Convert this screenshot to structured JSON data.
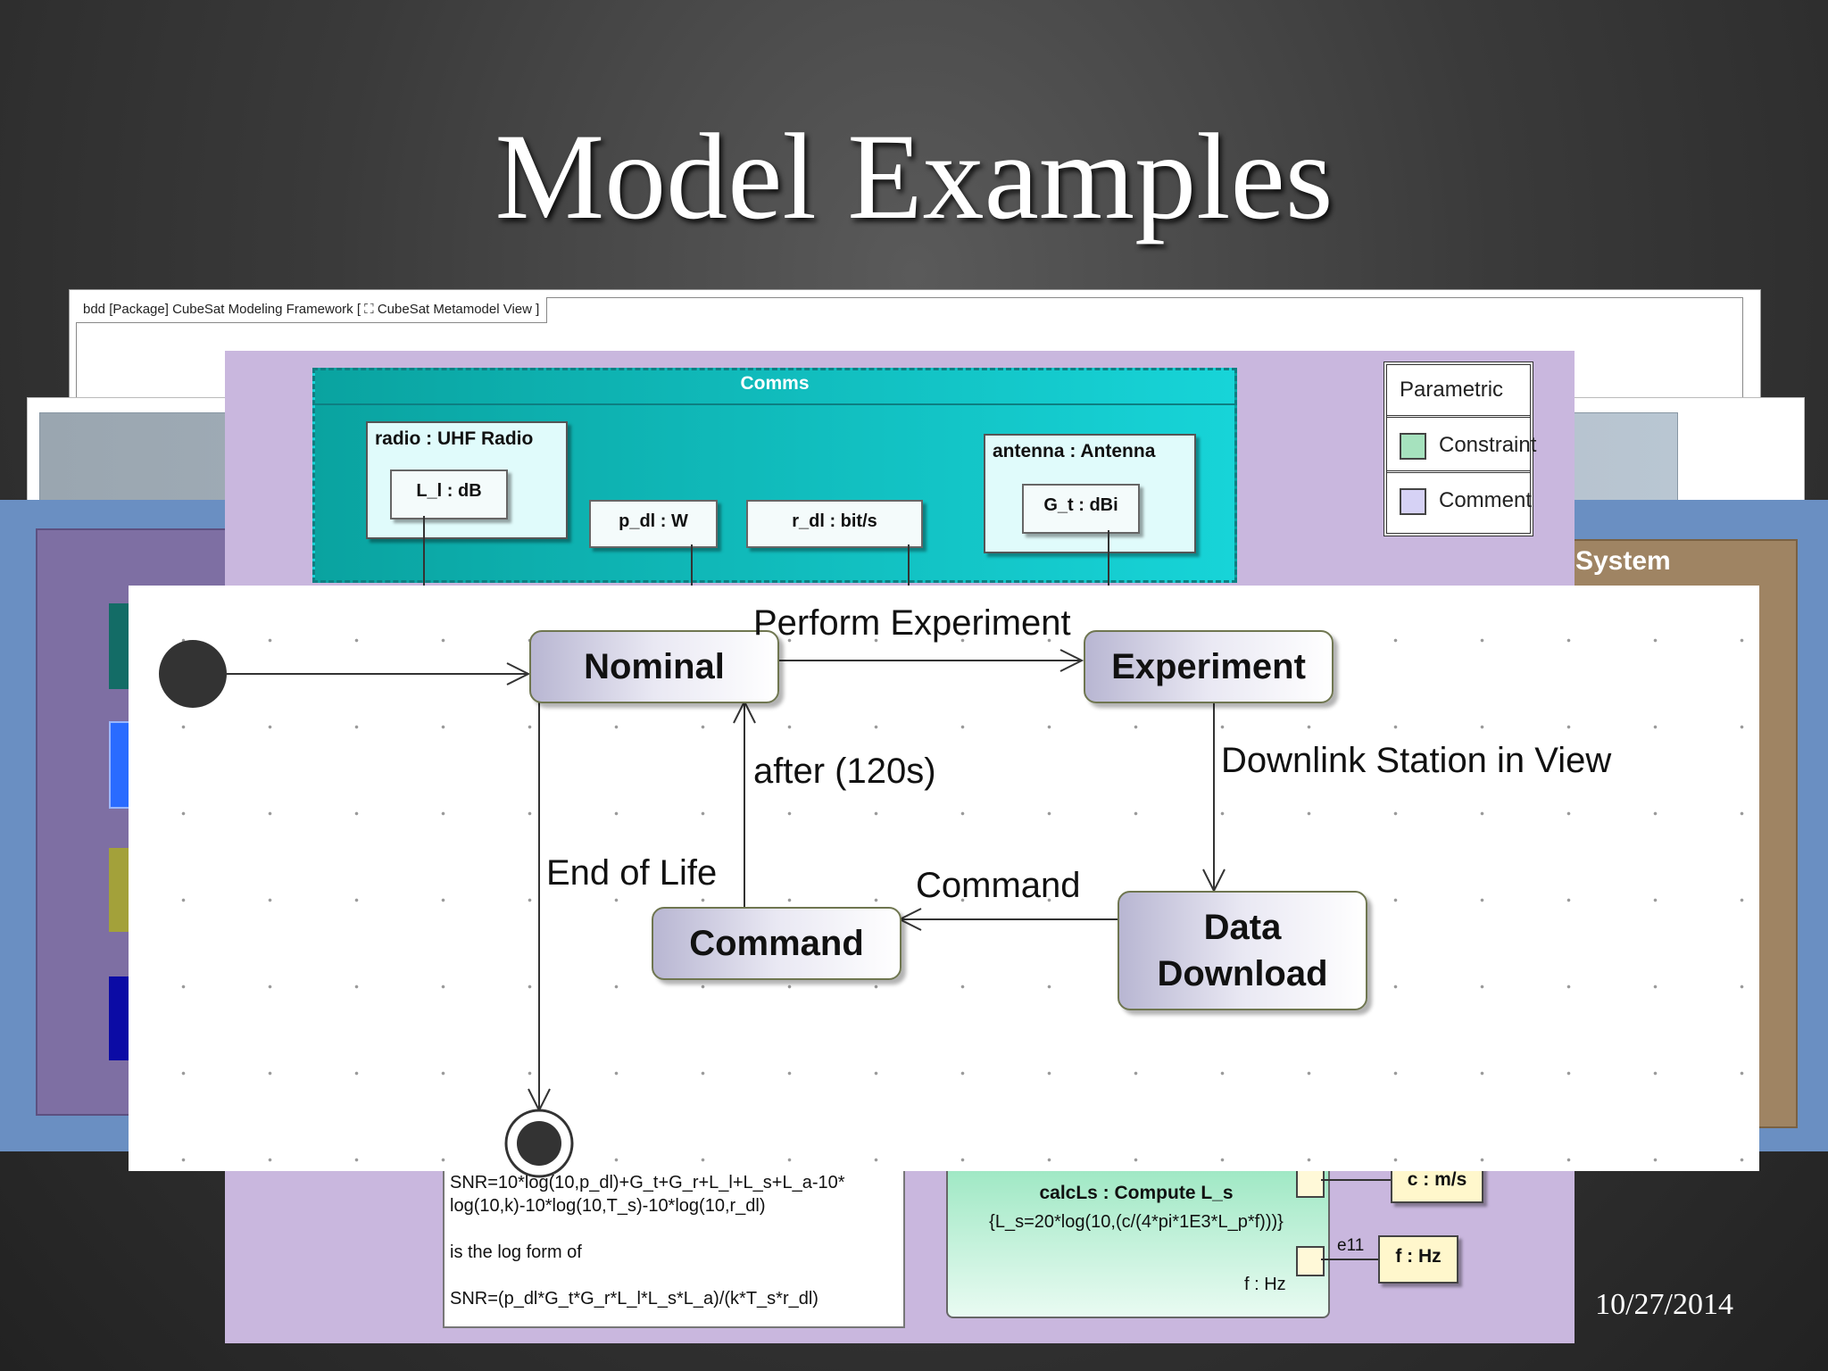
{
  "slide": {
    "title": "Model Examples",
    "date": "10/27/2014"
  },
  "bdd": {
    "header": "bdd [Package] CubeSat Modeling Framework [ ⛶ CubeSat Metamodel View ]"
  },
  "ground": {
    "title_fragment": "nd System"
  },
  "parametric": {
    "comms_title": "Comms",
    "radio_title": "radio : UHF Radio",
    "radio_prop": "L_l : dB",
    "p_dl": "p_dl : W",
    "r_dl": "r_dl : bit/s",
    "antenna_title": "antenna : Antenna",
    "antenna_prop": "G_t : dBi",
    "legend": {
      "title": "Parametric",
      "constraint": "Constraint",
      "comment": "Comment"
    },
    "note_lines": [
      "SNR=10*log(10,p_dl)+G_t+G_r+L_l+L_s+L_a-10*",
      "log(10,k)-10*log(10,T_s)-10*log(10,r_dl)",
      "",
      "is the log form of",
      "",
      "SNR=(p_dl*G_t*G_r*L_l*L_s*L_a)/(k*T_s*r_dl)"
    ],
    "calc_title": "calcLs : Compute L_s",
    "calc_expr": "{L_s=20*log(10,(c/(4*pi*1E3*L_p*f)))}",
    "calc_port_label": "f : Hz",
    "c_value": "c : m/s",
    "e11": "e11",
    "f_value": "f : Hz"
  },
  "state_machine": {
    "states": {
      "nominal": "Nominal",
      "experiment": "Experiment",
      "data_download_line1": "Data",
      "data_download_line2": "Download",
      "command": "Command"
    },
    "transitions": {
      "perform": "Perform Experiment",
      "downlink": "Downlink Station in View",
      "command": "Command",
      "after": "after (120s)",
      "end_of_life": "End of Life"
    }
  },
  "colors": {
    "lavender": "#c9b7de",
    "comms_teal": "#17d4d8",
    "constraint_green": "#97e6bf",
    "comment_purple": "#d6d2f5"
  }
}
